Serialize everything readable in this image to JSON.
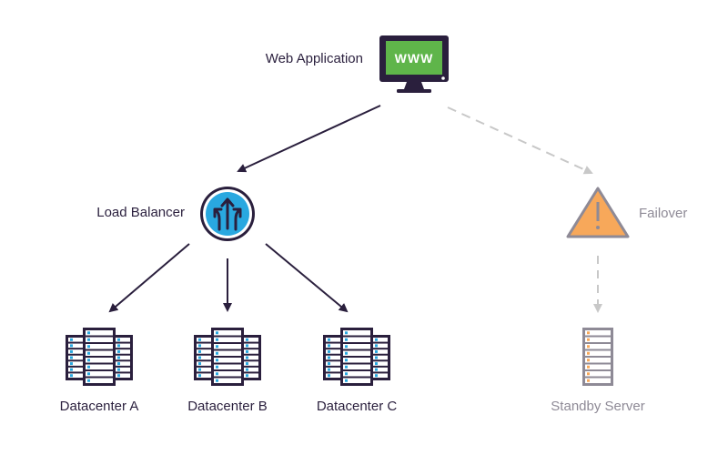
{
  "nodes": {
    "web_application": {
      "label": "Web Application",
      "screen_text": "WWW",
      "screen_color": "#5fb54a"
    },
    "load_balancer": {
      "label": "Load Balancer",
      "color": "#29a8e0"
    },
    "failover": {
      "label": "Failover",
      "color": "#f7a85a"
    },
    "datacenters": [
      {
        "label": "Datacenter A"
      },
      {
        "label": "Datacenter B"
      },
      {
        "label": "Datacenter C"
      }
    ],
    "standby_server": {
      "label": "Standby Server",
      "color": "#f7a85a"
    }
  },
  "colors": {
    "dark": "#2a1f3d",
    "muted": "#8e8a96",
    "dashed_line": "#c8c8c8",
    "server_led": "#29a8e0"
  }
}
